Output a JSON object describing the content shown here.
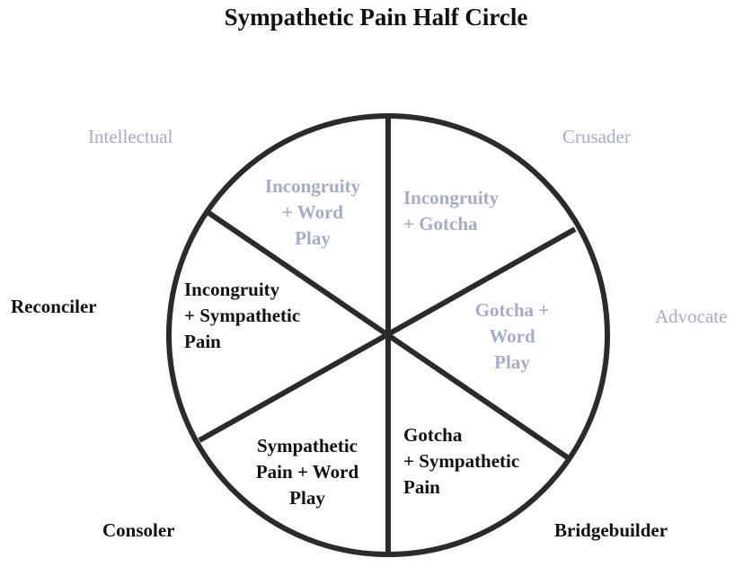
{
  "title": "Sympathetic Pain Half Circle",
  "outer_labels": {
    "intellectual": "Intellectual",
    "crusader": "Crusader",
    "reconciler": "Reconciler",
    "advocate": "Advocate",
    "consoler": "Consoler",
    "bridgebuilder": "Bridgebuilder"
  },
  "segments": {
    "top_left": "Incongruity\n+ Word\nPlay",
    "top_right": "Incongruity\n+ Gotcha",
    "left": "Incongruity\n+ Sympathetic\nPain",
    "right": "Gotcha +\nWord\nPlay",
    "bottom_left": "Sympathetic\nPain + Word\nPlay",
    "bottom_right": "Gotcha\n+ Sympathetic\nPain"
  },
  "colors": {
    "highlighted_text": "#111111",
    "faded_text": "#a7abc9",
    "outline": "#2b2b2b"
  }
}
